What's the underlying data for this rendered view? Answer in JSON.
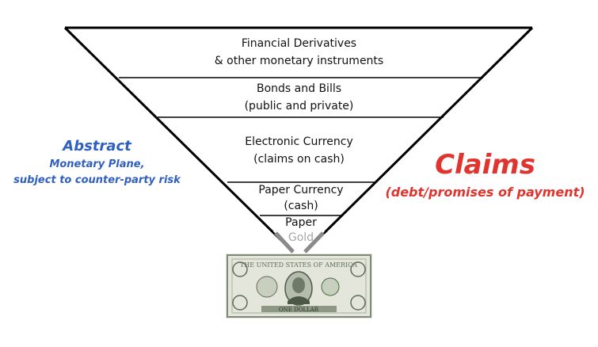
{
  "layers": [
    {
      "line1": "Financial Derivatives",
      "line2": "& other monetary instruments"
    },
    {
      "line1": "Bonds and Bills",
      "line2": "(public and private)"
    },
    {
      "line1": "Electronic Currency",
      "line2": "(claims on cash)"
    },
    {
      "line1": "Paper Currency",
      "line2": "(cash)"
    },
    {
      "line1": "Paper",
      "line2": "Gold"
    }
  ],
  "left": {
    "title": "Abstract",
    "subtitle_line1": "Monetary Plane,",
    "subtitle_line2": "subject to counter-party risk"
  },
  "right": {
    "title": "Claims",
    "subtitle": "(debt/promises of payment)"
  },
  "colors": {
    "blue": "#2f5fbf",
    "red": "#e0342e",
    "gold_text": "#a7a7a7",
    "bill_green": "#5f6d58"
  }
}
